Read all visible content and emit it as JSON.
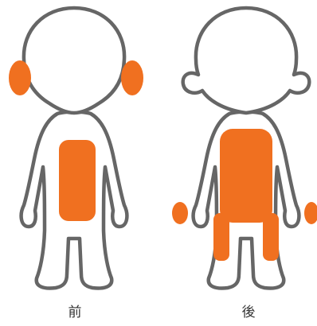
{
  "labels": {
    "front": "前",
    "back": "後"
  },
  "colors": {
    "outline": "#666666",
    "highlight": "#f07020",
    "body_fill": "#ffffff"
  },
  "highlighted_regions": {
    "front": [
      "left-ear",
      "right-ear",
      "torso"
    ],
    "back": [
      "back",
      "left-hand",
      "right-hand",
      "left-thigh",
      "right-thigh"
    ]
  }
}
